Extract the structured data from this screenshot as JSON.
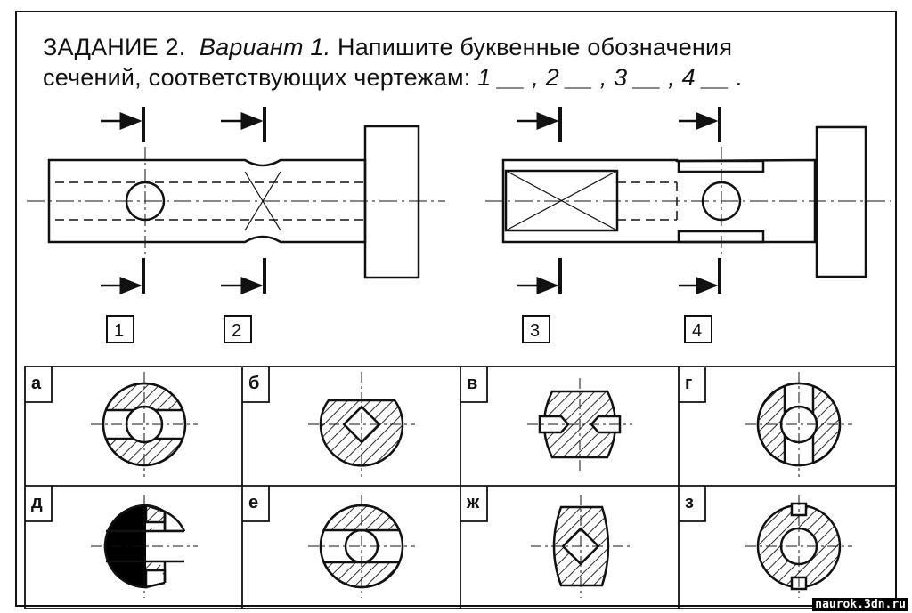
{
  "task": {
    "heading": "ЗАДАНИЕ 2.",
    "variant": "Вариант 1.",
    "text1": "Напишите буквенные обозначения",
    "text2": "сечений, соответствующих чертежам:",
    "answers": "1 __ , 2 __ , 3 __ , 4 __ ."
  },
  "drawing_labels": [
    "1",
    "2",
    "3",
    "4"
  ],
  "options": [
    {
      "label": "а"
    },
    {
      "label": "б"
    },
    {
      "label": "в"
    },
    {
      "label": "г"
    },
    {
      "label": "д"
    },
    {
      "label": "е"
    },
    {
      "label": "ж"
    },
    {
      "label": "з"
    }
  ],
  "watermark": "naurok.3dn.ru"
}
